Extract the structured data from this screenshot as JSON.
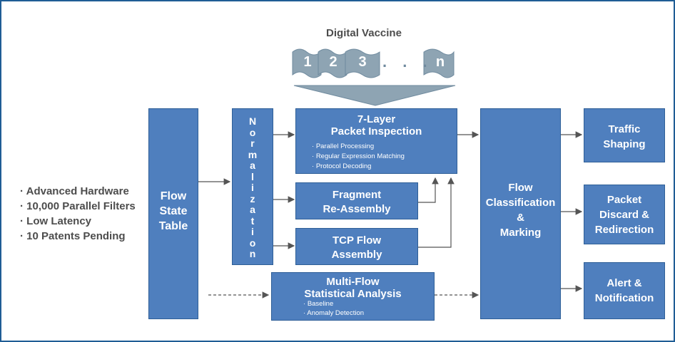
{
  "features": [
    "Advanced Hardware",
    "10,000 Parallel Filters",
    "Low Latency",
    "10 Patents Pending"
  ],
  "digital_vaccine": {
    "title": "Digital Vaccine",
    "scrolls": [
      "1",
      "2",
      "3",
      "n"
    ],
    "ellipsis": ". . ."
  },
  "flow_state_table": {
    "line1": "Flow",
    "line2": "State",
    "line3": "Table"
  },
  "normalization": {
    "letters": [
      "N",
      "o",
      "r",
      "m",
      "a",
      "l",
      "i",
      "z",
      "a",
      "t",
      "i",
      "o",
      "n"
    ]
  },
  "packet_inspection": {
    "line1": "7-Layer",
    "line2": "Packet Inspection",
    "bullets": [
      "Parallel Processing",
      "Regular Expression Matching",
      "Protocol Decoding"
    ]
  },
  "fragment": {
    "line1": "Fragment",
    "line2": "Re-Assembly"
  },
  "tcp_flow": {
    "line1": "TCP Flow",
    "line2": "Assembly"
  },
  "multi_flow": {
    "line1": "Multi-Flow",
    "line2": "Statistical Analysis",
    "bullets": [
      "Baseline",
      "Anomaly Detection"
    ]
  },
  "flow_classification": {
    "line1": "Flow",
    "line2": "Classification",
    "line3": "&",
    "line4": "Marking"
  },
  "traffic_shaping": {
    "line1": "Traffic",
    "line2": "Shaping"
  },
  "packet_discard": {
    "line1": "Packet",
    "line2": "Discard &",
    "line3": "Redirection"
  },
  "alert": {
    "line1": "Alert &",
    "line2": "Notification"
  },
  "colors": {
    "box_fill": "#4f7fbe",
    "box_border": "#2e5f97",
    "frame": "#1f5d95",
    "scroll_fill": "#8ea4b3",
    "feature_text": "#4d4d4d"
  }
}
